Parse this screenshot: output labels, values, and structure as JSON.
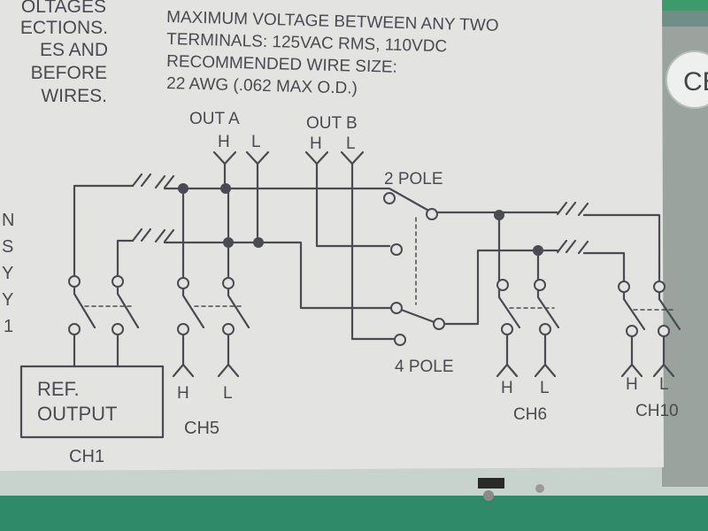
{
  "left_text": [
    "OLTAGES",
    "ECTIONS.",
    "ES  AND",
    "BEFORE",
    "WIRES."
  ],
  "spec_text": [
    "MAXIMUM  VOLTAGE  BETWEEN  ANY  TWO",
    "TERMINALS: 125VAC RMS, 110VDC",
    "RECOMMENDED WIRE SIZE:",
    "22 AWG  (.062 MAX O.D.)"
  ],
  "edge_letters": [
    "N",
    "S",
    "Y",
    "Y",
    "1"
  ],
  "out_a": {
    "label": "OUT  A",
    "h": "H",
    "l": "L"
  },
  "out_b": {
    "label": "OUT  B",
    "h": "H",
    "l": "L"
  },
  "pole2_label": "2 POLE",
  "pole4_label": "4 POLE",
  "ref_output": [
    "REF.",
    "OUTPUT"
  ],
  "ch1_label": "CH1",
  "ch5": {
    "label": "CH5",
    "h": "H",
    "l": "L"
  },
  "ch6": {
    "label": "CH6",
    "h": "H",
    "l": "L"
  },
  "ch10": {
    "label": "CH10",
    "h": "H",
    "l": "L"
  },
  "ce_mark": "CE",
  "colors": {
    "panel": "#e3e3e1",
    "ink": "#4a4a52",
    "board": "#2f8a6a",
    "background": "#6f8f86"
  }
}
